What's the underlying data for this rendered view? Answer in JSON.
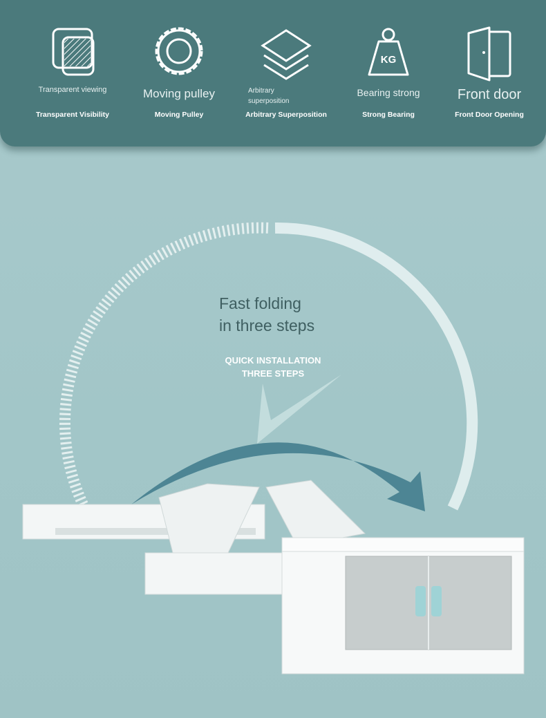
{
  "features": [
    {
      "icon": "transparent-window-icon",
      "title": "Transparent viewing",
      "subtitle": "Transparent Visibility"
    },
    {
      "icon": "pulley-icon",
      "title": "Moving pulley",
      "subtitle": "Moving Pulley"
    },
    {
      "icon": "layers-icon",
      "title": "Arbitrary superposition",
      "subtitle": "Arbitrary Superposition"
    },
    {
      "icon": "weight-icon",
      "title": "Bearing strong",
      "subtitle": "Strong Bearing",
      "weight_label": "KG"
    },
    {
      "icon": "door-icon",
      "title": "Front door",
      "subtitle": "Front Door Opening"
    }
  ],
  "headline": {
    "line1": "Fast folding",
    "line2": "in three steps"
  },
  "subheadline": {
    "line1": "QUICK INSTALLATION",
    "line2": "THREE STEPS"
  },
  "colors": {
    "panel": "#4b7a7c",
    "background": "#a6c8ca",
    "arrow": "#4d8594",
    "handle": "#9fd3d6"
  }
}
